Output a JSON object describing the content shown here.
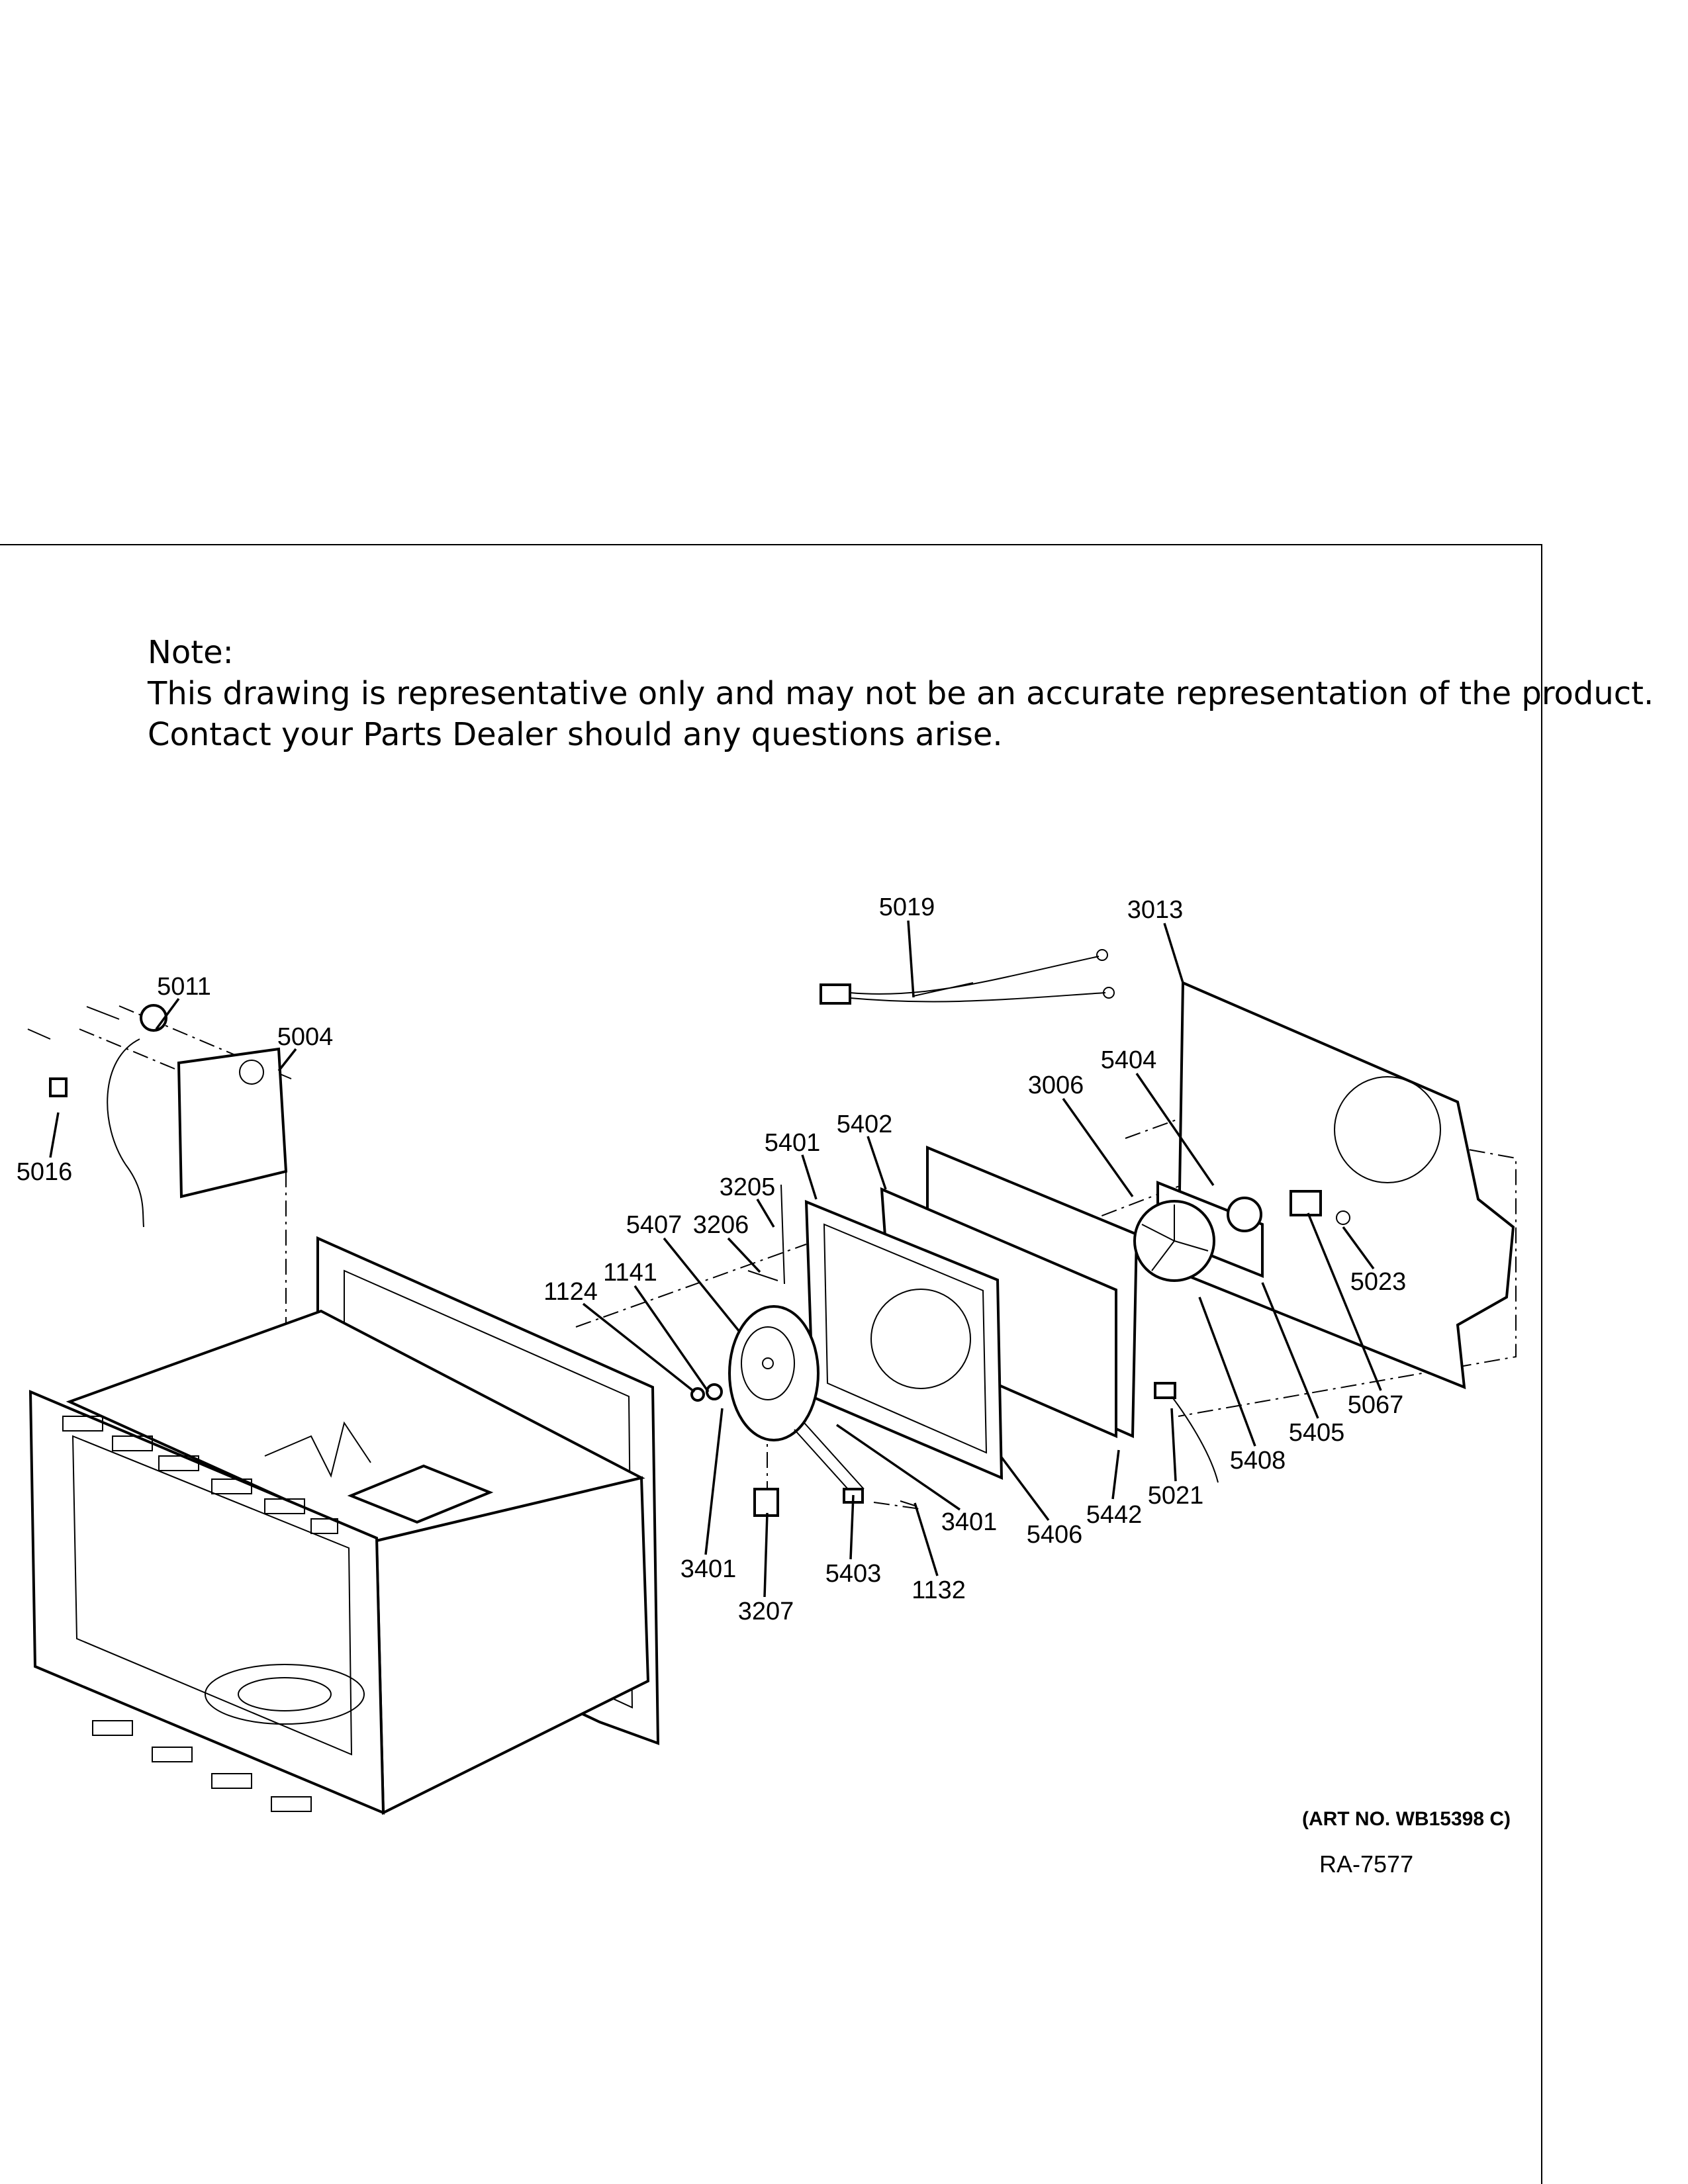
{
  "note": {
    "heading": "Note:",
    "line1": "This drawing is representative only and may not be an accurate representation of the product.",
    "line2": "Contact your Parts Dealer should any questions arise."
  },
  "callouts": [
    "5019",
    "3013",
    "5011",
    "5004",
    "5016",
    "5404",
    "3006",
    "5402",
    "5401",
    "3205",
    "5407",
    "3206",
    "1141",
    "1124",
    "5023",
    "5067",
    "5405",
    "5408",
    "5021",
    "3401",
    "5442",
    "5406",
    "3401",
    "5403",
    "1132",
    "3207"
  ],
  "art_no": "(ART NO. WB15398 C)",
  "ra_code": "RA-7577"
}
